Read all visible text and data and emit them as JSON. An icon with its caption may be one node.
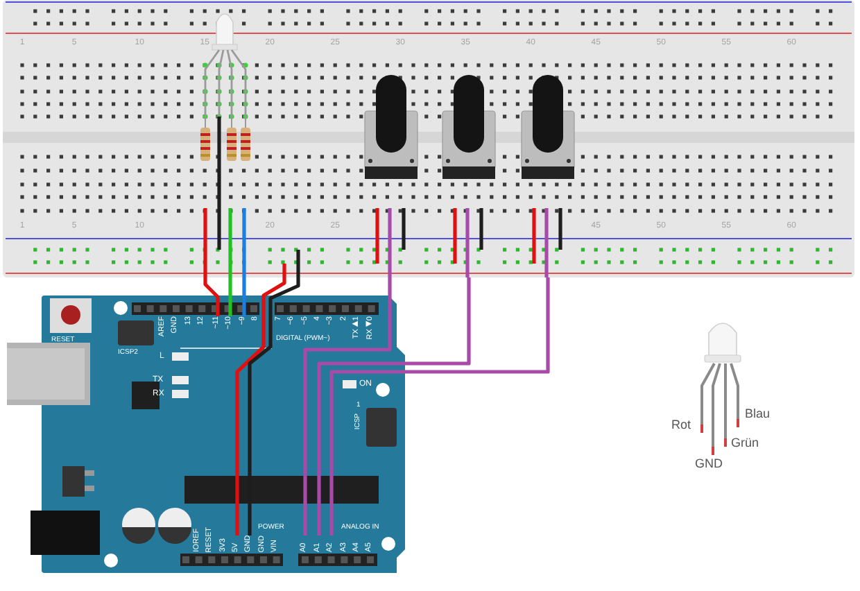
{
  "diagram": {
    "nodes": [
      {
        "text": [
          "1",
          "5",
          "10",
          "15",
          "20",
          "25",
          "30",
          "35",
          "40",
          "45",
          "50",
          "55",
          "60",
          "1",
          "5",
          "10",
          "20",
          "25",
          "45",
          "50",
          "55",
          "60"
        ]
      },
      {
        "text": [
          "RESET",
          "ICSP2",
          "AREF",
          "GND",
          "13",
          "12",
          "8",
          "7",
          "~6",
          "~5",
          "4",
          "~3",
          "2",
          "TX▶1",
          "RX◀0",
          "DIGITAL (PWM~)",
          "L",
          "TX",
          "RX",
          "ON",
          "1",
          "ICSP",
          "IOREF",
          "RESET",
          "3V3",
          "GND",
          "VIN",
          "POWER",
          "ANALOG IN",
          "A3",
          "A4",
          "A5"
        ]
      },
      {
        "text": [
          "~11"
        ],
        "in": 1
      },
      {
        "text": [
          "~10"
        ],
        "in": 1
      },
      {
        "text": [
          "~9"
        ],
        "in": 1
      },
      {
        "text": [
          "5V"
        ],
        "in": 1
      },
      {
        "text": [
          "GND"
        ],
        "in": 1
      },
      {
        "text": [
          "A0"
        ],
        "in": 1
      },
      {
        "text": [
          "A1"
        ],
        "in": 1
      },
      {
        "text": [
          "A2"
        ],
        "in": 1
      },
      {
        "text": [],
        "shape": "picture",
        "beside": [
          "Rot",
          "GND",
          "Grün",
          "Blau"
        ]
      }
    ],
    "edges": [
      {
        "from": 0,
        "to": 2,
        "arrow": "none",
        "color": "#e01010"
      },
      {
        "from": 0,
        "to": 3,
        "arrow": "none",
        "color": "#22c022"
      },
      {
        "from": 0,
        "to": 4,
        "arrow": "none",
        "color": "#1a7fe0"
      },
      {
        "from": 0,
        "to": 5,
        "arrow": "none",
        "color": "#e01010"
      },
      {
        "from": 0,
        "to": 6,
        "arrow": "none",
        "color": "#1e1e1e"
      },
      {
        "from": 0,
        "to": 7,
        "arrow": "none",
        "color": "#a84aa8"
      },
      {
        "from": 0,
        "to": 8,
        "arrow": "none",
        "color": "#a84aa8"
      },
      {
        "from": 0,
        "to": 9,
        "arrow": "none",
        "color": "#a84aa8"
      }
    ]
  }
}
